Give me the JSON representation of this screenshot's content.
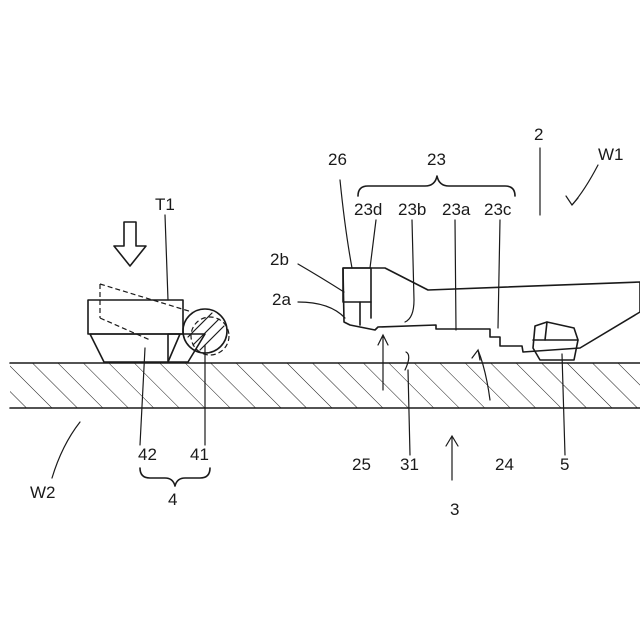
{
  "labels": {
    "W1": "W1",
    "W2": "W2",
    "n2": "2",
    "n2a": "2a",
    "n2b": "2b",
    "n3": "3",
    "n4": "4",
    "n5": "5",
    "n23": "23",
    "n23a": "23a",
    "n23b": "23b",
    "n23c": "23c",
    "n23d": "23d",
    "n24": "24",
    "n25": "25",
    "n26": "26",
    "n31": "31",
    "n41": "41",
    "n42": "42",
    "T1": "T1"
  }
}
